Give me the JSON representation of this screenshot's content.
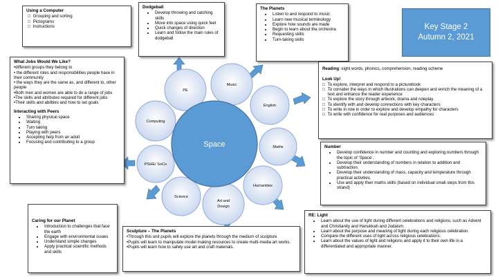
{
  "title": {
    "line1": "Key Stage 2",
    "line2": "Autumn 2, 2021"
  },
  "centre": "Space",
  "subjects": {
    "pe": "PE",
    "music": "Music",
    "english": "English",
    "maths": "Maths",
    "humanities": "Humanities",
    "art_line1": "Art and",
    "art_line2": "Design",
    "science": "Science",
    "pshe": "PSHE/ SoCo",
    "computing": "Computing"
  },
  "computer": {
    "heading": "Using a Computer",
    "items": [
      "Grouping and sorting",
      "Pictograms",
      "Instructions"
    ]
  },
  "dodgeball": {
    "heading": "Dodgeball",
    "items": [
      "Develop throwing and catching skills",
      "Move into space using quick feet",
      "Quick changes of direction",
      "Learn and follow the main rules of dodgeball"
    ]
  },
  "planets": {
    "heading": "The Planets",
    "items": [
      "Listen to and respond to music",
      "Learn new musical terminology",
      "Explore how sounds are made",
      "Begin to learn about the orchestra",
      "Requesting skills",
      "Turn-taking skills"
    ]
  },
  "jobs": {
    "heading": "What Jobs Would We Like?",
    "lines": [
      "•different groups they belong to",
      "• the different roles and responsibilities people have in their community",
      "• the ways they are the same as, and different to, other people",
      "•Both men and women are able to do a range of jobs",
      "•The skills and attributes required for different jobs",
      "•Their skills and abilities and how to set goals"
    ],
    "peers_heading": "Interacting with Peers",
    "peers": [
      "Sharing physical space",
      "Waiting",
      "Turn taking",
      "Playing with peers",
      "Accepting help from an adult",
      "Focusing and contributing to a group"
    ]
  },
  "reading": {
    "label": "Reading",
    "text": ": sight words, phonics, comprehension, reading scheme",
    "lookup": "Look Up!",
    "items": [
      "To explore, interpret and respond to a picturebook",
      "To consider the ways in which illustrations can deepen and enrich the meaning of a text and enhance the reader experience",
      "To explore the story through artwork, drama and roleplay",
      "To identify with and develop connections with key characters",
      "To write in role in order to explore and develop empathy for characters",
      "To write with confidence for real purposes and audiences"
    ]
  },
  "number": {
    "heading": "Number",
    "items": [
      "Develop confidence in number and counting and exploring numbers through the topic of ‘Space’.",
      "Develop their understanding of numbers in relation to addition and subtraction.",
      "Develop their understanding of mass, capacity and temperature through practical activities.",
      "Use and apply their maths skills (based on individual small steps from this strand)"
    ]
  },
  "planet": {
    "heading": "Caring for our Planet",
    "items": [
      "Introduction to challenges that face the earth",
      "Engage with environmental issues",
      "Understand simple changes",
      "Apply practical scientific methods and skills"
    ]
  },
  "sculpture": {
    "heading": "Sculpture – The Planets",
    "lines": [
      "•Through this unit pupils will explore the planets through the medium of sculpture",
      "•Pupils will learn to manipulate model making resources to create multi-media art works.",
      "•Pupils will learn how to safely use art and craft materials."
    ]
  },
  "re": {
    "heading": "RE: Light",
    "items": [
      "Learn about the use of light during different celebrations and religions, such as Advent and Christianity and Hanukkah and Judaism.",
      "Learn about the purpose and meaning of light during each religious celebration.",
      "Compare the different uses of light across religious celebrations.",
      "Learn about the values of light and religions and apply it to their own life in a differentiated and appropriate manner."
    ]
  },
  "colors": {
    "circle": "#5b9bd5",
    "circle_stroke": "#41719c",
    "subject_fill": "#dae3f3",
    "subject_stroke": "#8faadc"
  }
}
